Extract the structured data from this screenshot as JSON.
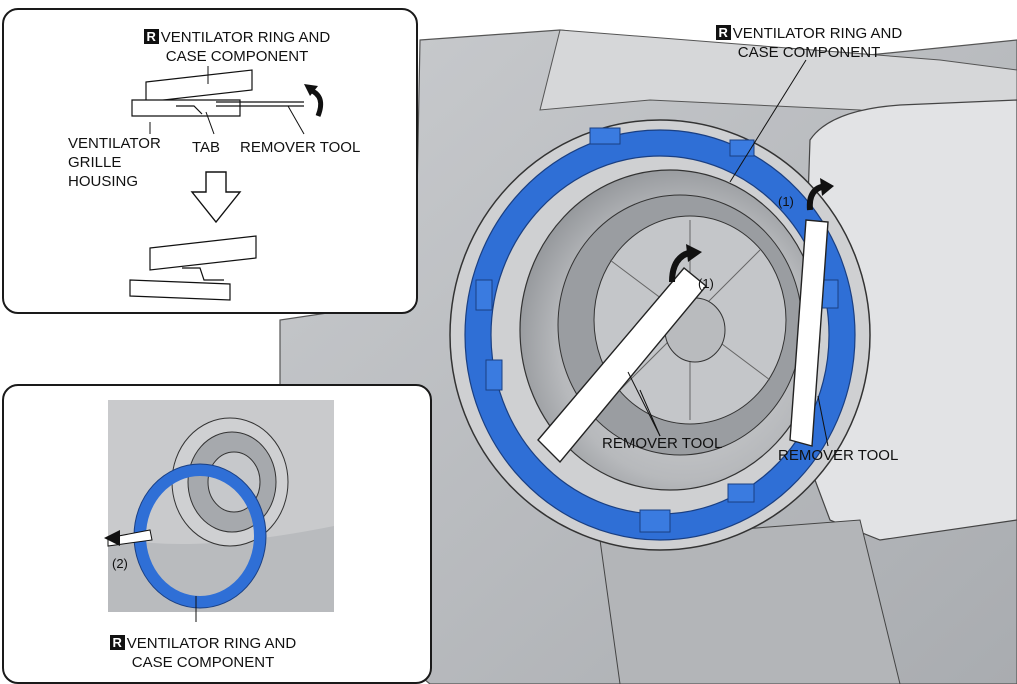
{
  "main": {
    "ring_label_mark": "R",
    "ring_label_line1": "VENTILATOR RING AND",
    "ring_label_line2": "CASE COMPONENT",
    "step_left": "(1)",
    "step_right": "(1)",
    "tool_label_left": "REMOVER TOOL",
    "tool_label_right": "REMOVER TOOL"
  },
  "detail": {
    "ring_label_mark": "R",
    "ring_label_line1": "VENTILATOR RING AND",
    "ring_label_line2": "CASE COMPONENT",
    "housing_line1": "VENTILATOR",
    "housing_line2": "GRILLE",
    "housing_line3": "HOUSING",
    "tab_label": "TAB",
    "tool_label": "REMOVER TOOL"
  },
  "inset": {
    "step": "(2)",
    "ring_label_mark": "R",
    "ring_label_line1": "VENTILATOR RING AND",
    "ring_label_line2": "CASE COMPONENT"
  }
}
